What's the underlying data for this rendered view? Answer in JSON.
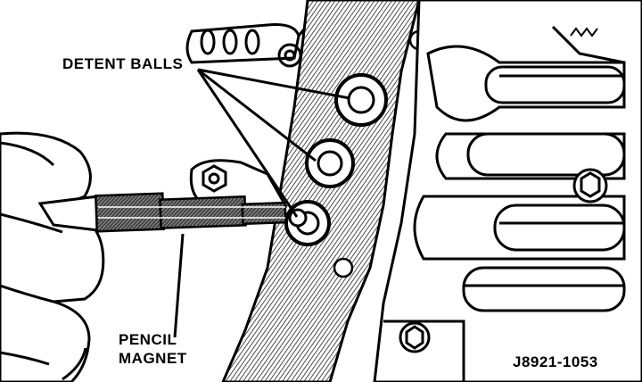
{
  "labels": {
    "detent_balls": "DETENT BALLS",
    "pencil": "PENCIL",
    "magnet": "MAGNET",
    "figure_id": "J8921-1053"
  },
  "colors": {
    "ink": "#000000",
    "paper": "#ffffff",
    "hatch": "#3a3a3a"
  }
}
